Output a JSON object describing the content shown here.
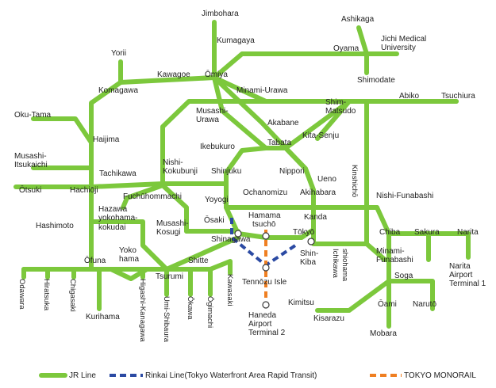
{
  "stations": {
    "jimbohara": "Jimbohara",
    "kumagaya": "Kumagaya",
    "ashikaga": "Ashikaga",
    "oyama": "Oyama",
    "jichi": "Jichi Medical University",
    "jichi_l1": "Jichi Medical",
    "jichi_l2": "University",
    "shimodate": "Shimodate",
    "yorii": "Yorii",
    "kawagoe": "Kawagoe",
    "omiya": "Ōmiya",
    "komagawa": "Komagawa",
    "minami_urawa": "Minami-Urawa",
    "shim_matsudo_l1": "Shim-",
    "shim_matsudo_l2": "Matsudo",
    "abiko": "Abiko",
    "tsuchiura": "Tsuchiura",
    "oku_tama": "Oku-Tama",
    "musashi_urawa_l1": "Musashi-",
    "musashi_urawa_l2": "Urawa",
    "akabane": "Akabane",
    "haijima": "Haijima",
    "tabata": "Tabata",
    "kita_senju": "Kita-Senju",
    "ikebukuro": "Ikebukuro",
    "musashi_itsukaichi_l1": "Musashi-",
    "musashi_itsukaichi_l2": "Itsukaichi",
    "nishi_kokubunji_l1": "Nishi-",
    "nishi_kokubunji_l2": "Kokubunji",
    "nippori": "Nippori",
    "tachikawa": "Tachikawa",
    "shinjuku": "Shinjuku",
    "ueno": "Ueno",
    "kinshicho": "Kinshichō",
    "otsuki": "Ōtsuki",
    "hachioji": "Hachiōji",
    "fuchuhommachi": "Fuchūhommachi",
    "yoyogi": "Yoyogi",
    "ochanomizu": "Ochanomizu",
    "akihabara": "Akihabara",
    "nishi_funabashi": "Nishi-Funabashi",
    "hazawa_l1": "Hazawa",
    "hazawa_l2": "yokohama-",
    "hazawa_l3": "kokudai",
    "osaki": "Ōsaki",
    "hamamatsucho_l1": "Hamama",
    "hamamatsucho_l2": "tsuchō",
    "kanda": "Kanda",
    "hashimoto": "Hashimoto",
    "musashi_kosugi_l1": "Musashi-",
    "musashi_kosugi_l2": "Kosugi",
    "tokyo": "Tōkyō",
    "chiba": "Chiba",
    "sakura": "Sakura",
    "narita": "Narita",
    "shinagawa": "Shinagawa",
    "yokohama_l1": "Yoko",
    "yokohama_l2": "hama",
    "ofuna": "Ōfuna",
    "shitte": "Shitte",
    "shin_kiba_l1": "Shin-",
    "shin_kiba_l2": "Kiba",
    "ichikawa_shiohama_l1": "Ichikawa",
    "ichikawa_shiohama_l2": "shiohama",
    "minami_funabashi_l1": "Minami-",
    "minami_funabashi_l2": "Funabashi",
    "narita_airport_l1": "Narita",
    "narita_airport_l2": "Airport",
    "narita_airport_l3": "Terminal 1",
    "tsurumi": "Tsurumi",
    "tennozu_isle": "Tennōzu Isle",
    "soga": "Soga",
    "odawara": "Odawara",
    "hiratsuka": "Hiratsuka",
    "chigasaki": "Chigasaki",
    "higashi_kanagawa": "Higashi-Kanagawa",
    "umi_shibaura": "Umi-Shibaura",
    "okawa": "Ōkawa",
    "ogimachi": "Ōgimachi",
    "kawasaki": "Kawasaki",
    "kimitsu": "Kimitsu",
    "naruto": "Narutō",
    "oami": "Ōami",
    "kurihama": "Kurihama",
    "haneda_l1": "Haneda",
    "haneda_l2": "Airport",
    "haneda_l3": "Terminal 2",
    "kisarazu": "Kisarazu",
    "mobara": "Mobara"
  },
  "legend": {
    "jr": "JR Line",
    "rinkai": "Rinkai  Line(Tokyo Waterfront Area Rapid Transit)",
    "monorail": "TOKYO MONORAIL"
  },
  "colors": {
    "jr": "#7cc83c",
    "rinkai": "#2b4aa3",
    "monorail": "#ef7f22"
  }
}
